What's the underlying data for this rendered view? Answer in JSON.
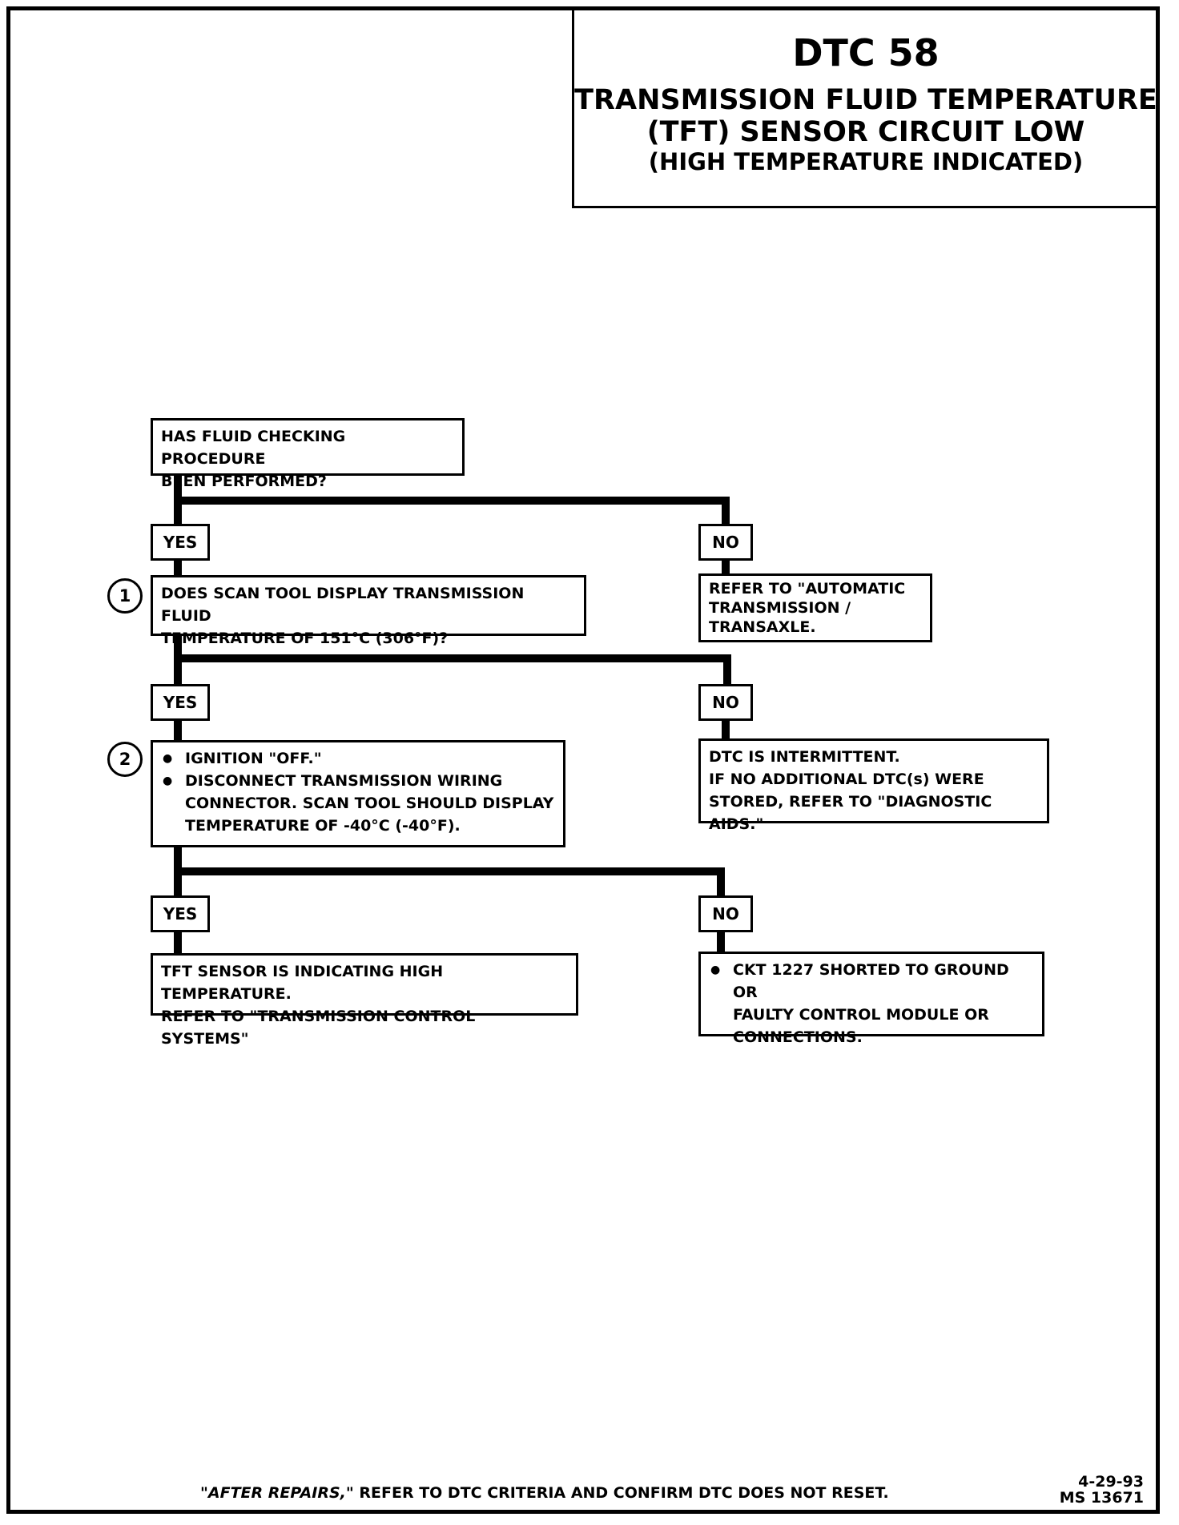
{
  "header": {
    "code": "DTC 58",
    "line1": "TRANSMISSION FLUID TEMPERATURE",
    "line2": "(TFT) SENSOR CIRCUIT LOW",
    "line3": "(HIGH TEMPERATURE INDICATED)"
  },
  "flowchart": {
    "start": {
      "line1": "HAS FLUID CHECKING PROCEDURE",
      "line2": "BEEN PERFORMED?"
    },
    "yes_label": "YES",
    "no_label": "NO",
    "step1": {
      "number": "1",
      "line1": "DOES SCAN TOOL DISPLAY TRANSMISSION FLUID",
      "line2": "TEMPERATURE OF 151°C (306°F)?"
    },
    "no1": {
      "line1": "REFER TO \"AUTOMATIC",
      "line2": "TRANSMISSION /",
      "line3": "TRANSAXLE."
    },
    "step2": {
      "number": "2",
      "bullet1": "IGNITION \"OFF.\"",
      "bullet2_line1": "DISCONNECT TRANSMISSION WIRING",
      "bullet2_line2": "CONNECTOR.  SCAN TOOL SHOULD DISPLAY",
      "bullet2_line3": "TEMPERATURE OF -40°C (-40°F)."
    },
    "no2": {
      "line1": "DTC IS INTERMITTENT.",
      "line2": "IF NO ADDITIONAL DTC(s) WERE",
      "line3": "STORED, REFER TO \"DIAGNOSTIC AIDS.\""
    },
    "yes3": {
      "line1": "TFT SENSOR IS INDICATING HIGH TEMPERATURE.",
      "line2": "REFER TO  \"TRANSMISSION CONTROL SYSTEMS\""
    },
    "no3": {
      "line1": "CKT 1227 SHORTED TO GROUND OR",
      "line2": "FAULTY CONTROL MODULE OR",
      "line3": "CONNECTIONS."
    }
  },
  "footer": {
    "note_emph": "\"AFTER REPAIRS,\"",
    "note_rest": " REFER TO DTC CRITERIA AND CONFIRM DTC DOES NOT RESET.",
    "date": "4-29-93",
    "ref": "MS 13671"
  }
}
